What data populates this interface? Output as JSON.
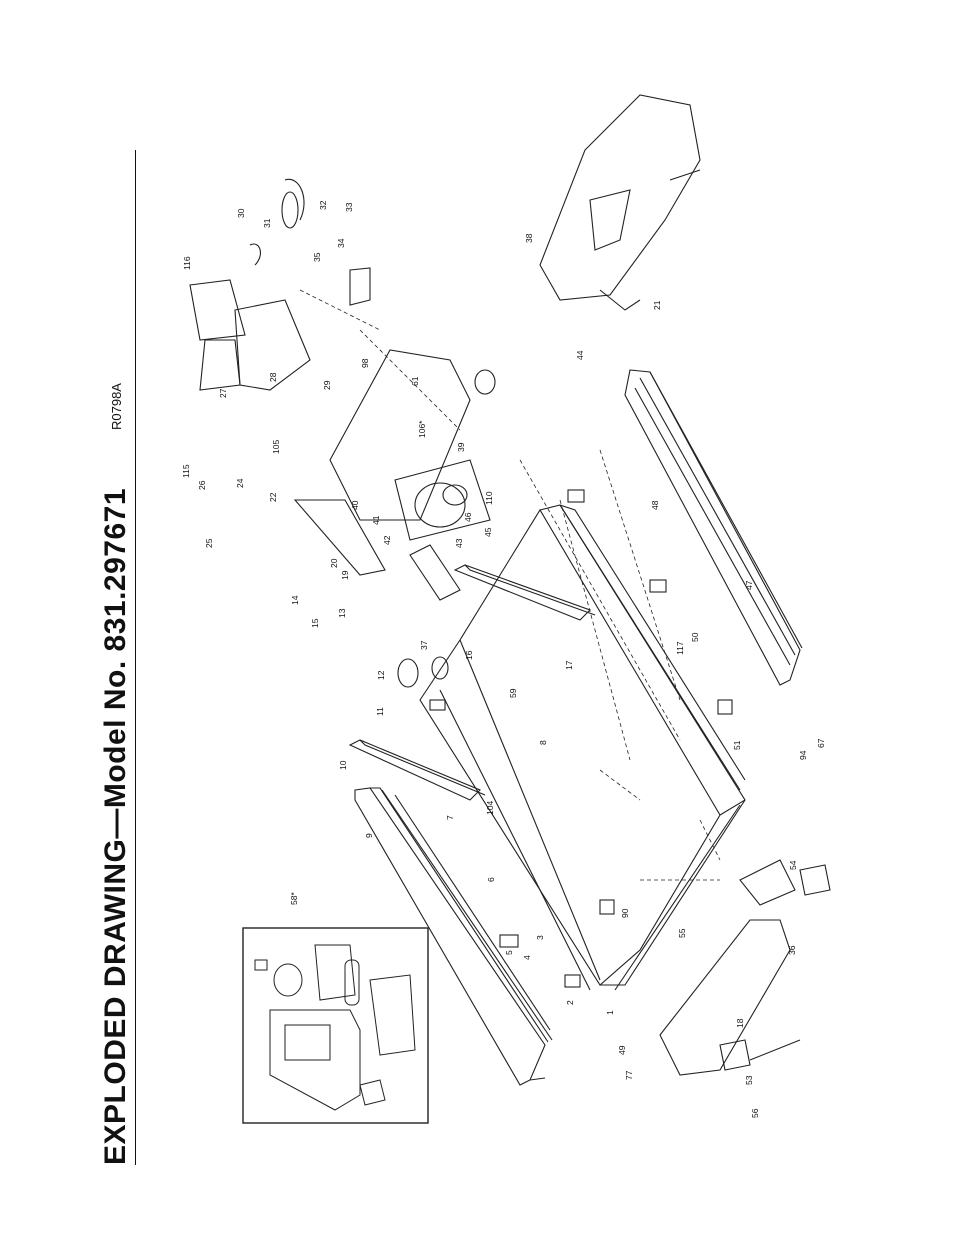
{
  "title": "EXPLODED DRAWING—Model No. 831.297671",
  "drawing_code": "R0798A",
  "callouts": [
    "1",
    "2",
    "3",
    "4",
    "5",
    "6",
    "7",
    "8",
    "9",
    "10",
    "11",
    "12",
    "13",
    "14",
    "15",
    "16",
    "17",
    "18",
    "19",
    "20",
    "21",
    "22",
    "24",
    "25",
    "26",
    "27",
    "28",
    "29",
    "30",
    "31",
    "32",
    "33",
    "34",
    "35",
    "36",
    "37",
    "38",
    "39",
    "40",
    "41",
    "42",
    "43",
    "44",
    "45",
    "46",
    "47",
    "48",
    "49",
    "50",
    "51",
    "53",
    "54",
    "55",
    "56",
    "58*",
    "59",
    "61",
    "67",
    "77",
    "90",
    "94",
    "98",
    "104",
    "105",
    "106*",
    "110",
    "115",
    "116",
    "117"
  ]
}
